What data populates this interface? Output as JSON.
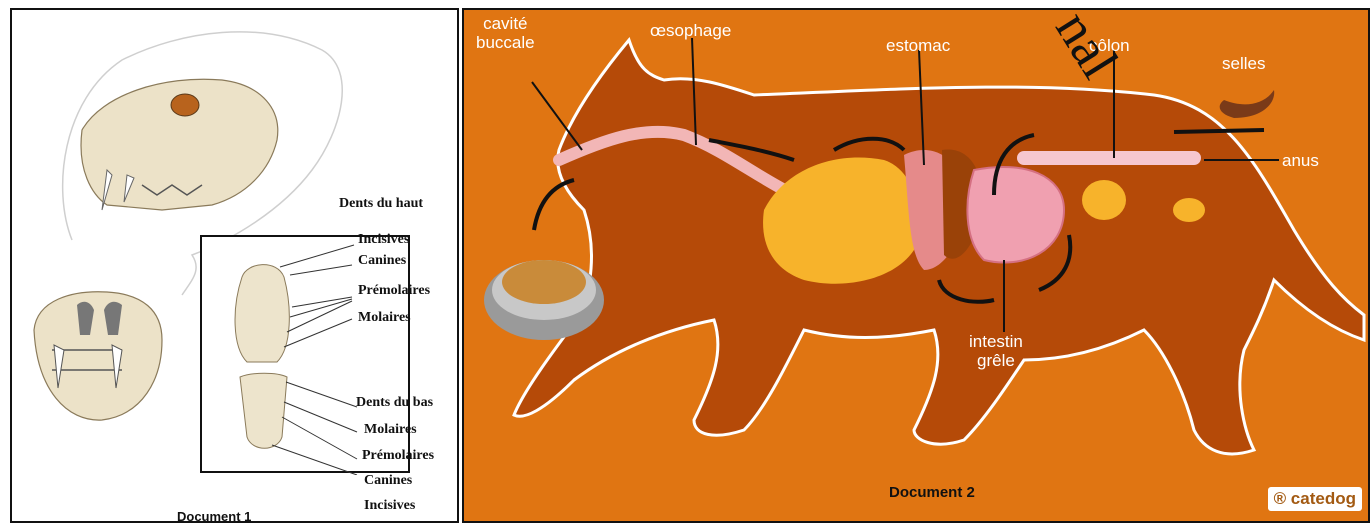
{
  "document1": {
    "title": "Document 1",
    "upper_heading": "Dents du haut",
    "upper_labels": [
      "Incisives",
      "Canines",
      "Prémolaires",
      "Molaires"
    ],
    "lower_heading": "Dents du bas",
    "lower_labels": [
      "Molaires",
      "Prémolaires",
      "Canines",
      "Incisives"
    ]
  },
  "document2": {
    "title": "Document 2",
    "labels": {
      "cavity_line1": "cavité",
      "cavity_line2": "buccale",
      "oesophagus": "œsophage",
      "stomach": "estomac",
      "colon": "côlon",
      "stool": "selles",
      "anus": "anus",
      "intestine_line1": "intestin",
      "intestine_line2": "grêle"
    },
    "logo": "® catedog",
    "background_color": "#e07512"
  },
  "overlay_text": "nal"
}
